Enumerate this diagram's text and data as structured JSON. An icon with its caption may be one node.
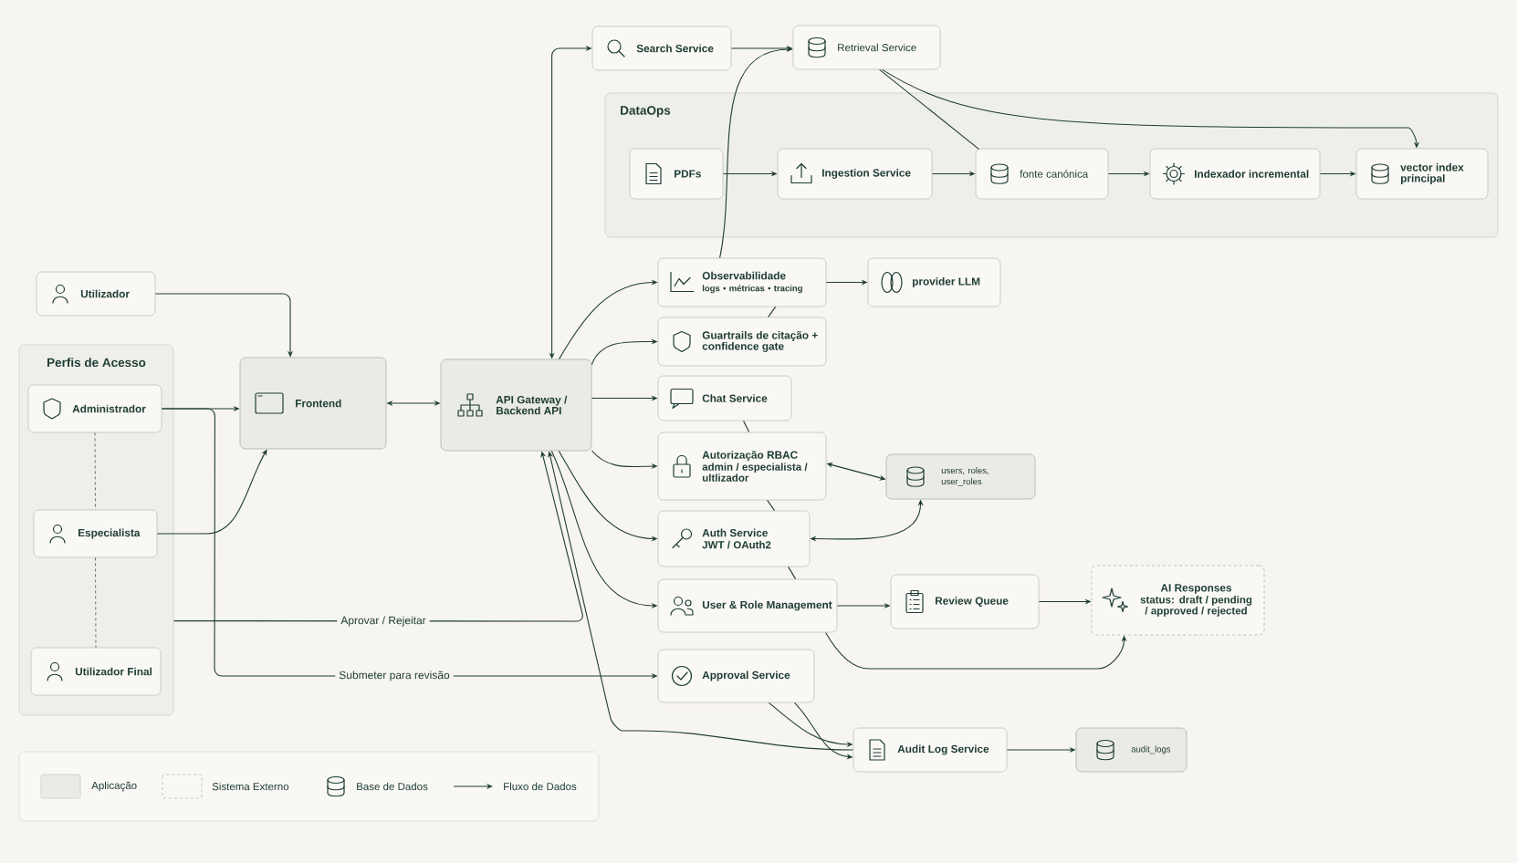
{
  "diagram": {
    "nodes": [
      {
        "text": [
          "Utilizador"
        ]
      },
      {
        "text": [
          "Perfis de Acesso"
        ]
      },
      {
        "text": [
          "Administrador"
        ],
        "in": 1
      },
      {
        "text": [
          "Especialista"
        ],
        "in": 1
      },
      {
        "text": [
          "Utilizador Final"
        ],
        "in": 1
      },
      {
        "text": [
          "Frontend"
        ]
      },
      {
        "text": [
          "API Gateway / Backend API"
        ]
      },
      {
        "text": [
          "Search Service"
        ]
      },
      {
        "text": [
          "Retrieval Service"
        ]
      },
      {
        "text": [
          "DataOps"
        ]
      },
      {
        "text": [
          "PDFs"
        ],
        "in": 9
      },
      {
        "text": [
          "Ingestion Service"
        ],
        "in": 9
      },
      {
        "text": [
          "fonte canónica"
        ],
        "in": 9
      },
      {
        "text": [
          "Indexador incremental"
        ],
        "in": 9
      },
      {
        "text": [
          "vector index principal"
        ],
        "in": 9
      },
      {
        "text": [
          "Observabilidade",
          "logs • métricas • tracing"
        ]
      },
      {
        "text": [
          "provider LLM"
        ]
      },
      {
        "text": [
          "Guartrails de citação + confidence gate"
        ]
      },
      {
        "text": [
          "Chat Service"
        ]
      },
      {
        "text": [
          "Autorização RBAC",
          "admin / especialista / ultlizador"
        ]
      },
      {
        "text": [
          "users, roles, user_roles"
        ]
      },
      {
        "text": [
          "Auth Service",
          "JWT / OAuth2"
        ]
      },
      {
        "text": [
          "User & Role Management"
        ]
      },
      {
        "text": [
          "Review Queue"
        ]
      },
      {
        "text": [
          "AI Responses",
          "status: draft / pending / approved / rejected"
        ]
      },
      {
        "text": [
          "Approval Service"
        ]
      },
      {
        "text": [
          "Audit Log Service"
        ]
      },
      {
        "text": [
          "audit_logs"
        ]
      }
    ],
    "edges": [
      {
        "from": 0,
        "to": 5,
        "arrow": "to"
      },
      {
        "from": 2,
        "to": 5,
        "arrow": "to"
      },
      {
        "from": 3,
        "to": 5,
        "arrow": "to"
      },
      {
        "from": 2,
        "to": 3,
        "arrow": "none",
        "style": "dashed"
      },
      {
        "from": 3,
        "to": 4,
        "arrow": "none",
        "style": "dashed"
      },
      {
        "from": 5,
        "to": 6,
        "arrow": "both"
      },
      {
        "from": 6,
        "to": 7,
        "arrow": "both"
      },
      {
        "from": 7,
        "to": 8,
        "arrow": "to"
      },
      {
        "from": 15,
        "to": 8,
        "arrow": "to"
      },
      {
        "from": 8,
        "to": 12,
        "arrow": "none"
      },
      {
        "from": 8,
        "to": 14,
        "arrow": "to"
      },
      {
        "from": 10,
        "to": 11,
        "arrow": "to"
      },
      {
        "from": 11,
        "to": 12,
        "arrow": "to"
      },
      {
        "from": 12,
        "to": 13,
        "arrow": "to"
      },
      {
        "from": 13,
        "to": 14,
        "arrow": "to"
      },
      {
        "from": 6,
        "to": 15,
        "arrow": "to"
      },
      {
        "from": 6,
        "to": 17,
        "arrow": "to"
      },
      {
        "from": 6,
        "to": 18,
        "arrow": "to"
      },
      {
        "from": 6,
        "to": 19,
        "arrow": "to"
      },
      {
        "from": 6,
        "to": 21,
        "arrow": "to"
      },
      {
        "from": 6,
        "to": 22,
        "arrow": "to"
      },
      {
        "from": 15,
        "to": 16,
        "arrow": "to"
      },
      {
        "from": 15,
        "to": 17,
        "arrow": "none"
      },
      {
        "from": 18,
        "to": 19,
        "arrow": "none"
      },
      {
        "from": 19,
        "to": 21,
        "arrow": "none"
      },
      {
        "from": 21,
        "to": 22,
        "arrow": "none"
      },
      {
        "from": 19,
        "to": 20,
        "arrow": "both"
      },
      {
        "from": 21,
        "to": 20,
        "arrow": "both"
      },
      {
        "from": 22,
        "to": 23,
        "arrow": "to"
      },
      {
        "from": 23,
        "to": 24,
        "arrow": "to"
      },
      {
        "from": 22,
        "to": 24,
        "arrow": "to"
      },
      {
        "from": 1,
        "to": 6,
        "arrow": "to",
        "label": "Aprovar / Rejeitar"
      },
      {
        "from": 2,
        "to": 25,
        "arrow": "to",
        "label": "Submeter para revisão"
      },
      {
        "from": 26,
        "to": 6,
        "arrow": "to"
      },
      {
        "from": 25,
        "to": 26,
        "arrow": "to"
      },
      {
        "from": 25,
        "to": 26,
        "arrow": "to"
      },
      {
        "from": 26,
        "to": 27,
        "arrow": "to"
      }
    ],
    "legend": [
      {
        "text": "Aplicação",
        "color": "#ebebe6"
      },
      {
        "text": "Sistema Externo"
      },
      {
        "text": "Base de Dados"
      },
      {
        "text": "Fluxo de Dados"
      }
    ]
  }
}
